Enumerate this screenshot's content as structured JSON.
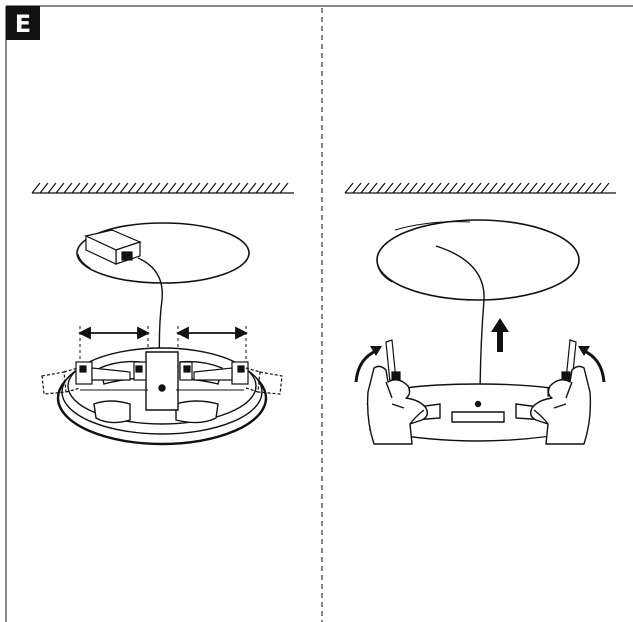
{
  "step": {
    "label": "E"
  },
  "panels": [
    {
      "id": "left",
      "illustration": "ceiling-mount-spring-clips-adjust"
    },
    {
      "id": "right",
      "illustration": "ceiling-mount-lift-into-cutout"
    }
  ],
  "colors": {
    "line": "#111111",
    "fill": "#ffffff",
    "accent": "#111111"
  }
}
